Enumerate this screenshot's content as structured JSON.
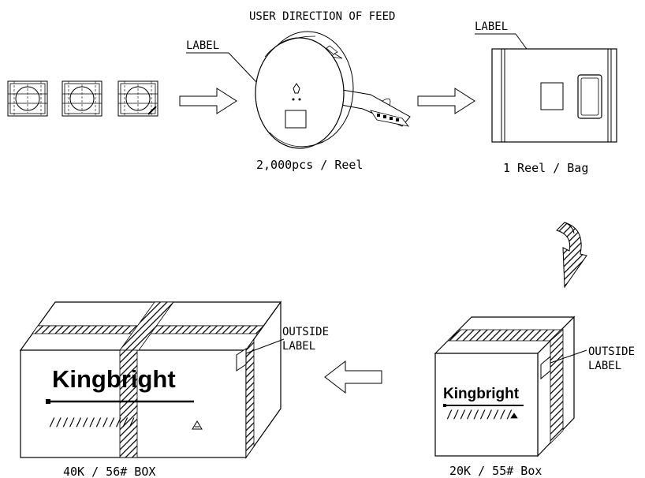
{
  "feed_title": "USER DIRECTION OF FEED",
  "reel": {
    "label": "LABEL",
    "caption": "2,000pcs / Reel"
  },
  "bag": {
    "label": "LABEL",
    "caption": "1 Reel / Bag"
  },
  "big_box": {
    "label_line1": "OUTSIDE",
    "label_line2": "LABEL",
    "brand": "Kingbright",
    "caption": "40K / 56# BOX"
  },
  "small_box": {
    "label_line1": "OUTSIDE",
    "label_line2": "LABEL",
    "brand": "Kingbright",
    "caption": "20K / 55# Box"
  },
  "colors": {
    "line": "#000000",
    "background": "#ffffff",
    "hatch": "#000000"
  },
  "icons": [
    "led-component-icon",
    "right-arrow-icon",
    "reel-icon",
    "bag-icon",
    "curved-arrow-icon",
    "left-arrow-icon",
    "box-icon",
    "recycle-icon"
  ]
}
